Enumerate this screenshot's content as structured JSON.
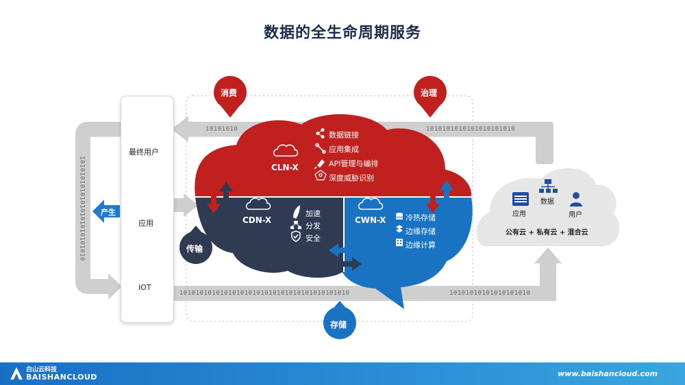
{
  "title": "数据的全生命周期服务",
  "left_panel": {
    "end_user": "最终用户",
    "app": "应用",
    "iot": "IOT"
  },
  "produce": "产生",
  "consume": "消费",
  "govern": "治理",
  "transfer": "传输",
  "store": "存储",
  "binary": {
    "top_left": "10101010",
    "top_right": "1010101010101010101010",
    "bottom_left": "101010101010101010101010101010101010101010",
    "bottom_right": "10101010101010101010",
    "vertical": "10101010101010101010101010"
  },
  "cln": {
    "name": "CLN-X",
    "items": [
      "数据链接",
      "应用集成",
      "API管理与编排",
      "深度威胁识别"
    ]
  },
  "cdn": {
    "name": "CDN-X",
    "items": [
      "加速",
      "分发",
      "安全"
    ]
  },
  "cwn": {
    "name": "CWN-X",
    "items": [
      "冷热存储",
      "边缘存储",
      "边缘计算"
    ]
  },
  "cloud_right": {
    "app": "应用",
    "data": "数据",
    "user": "用户",
    "clouds": "公有云 + 私有云 + 混合云"
  },
  "footer": {
    "brand_cn": "白山云科技",
    "brand_en": "BAISHANCLOUD",
    "website": "www.baishancloud.com"
  },
  "colors": {
    "red": "#c0201e",
    "navy": "#2f3b52",
    "blue": "#1a73c2",
    "gray_arrow": "#cfcfcf"
  }
}
